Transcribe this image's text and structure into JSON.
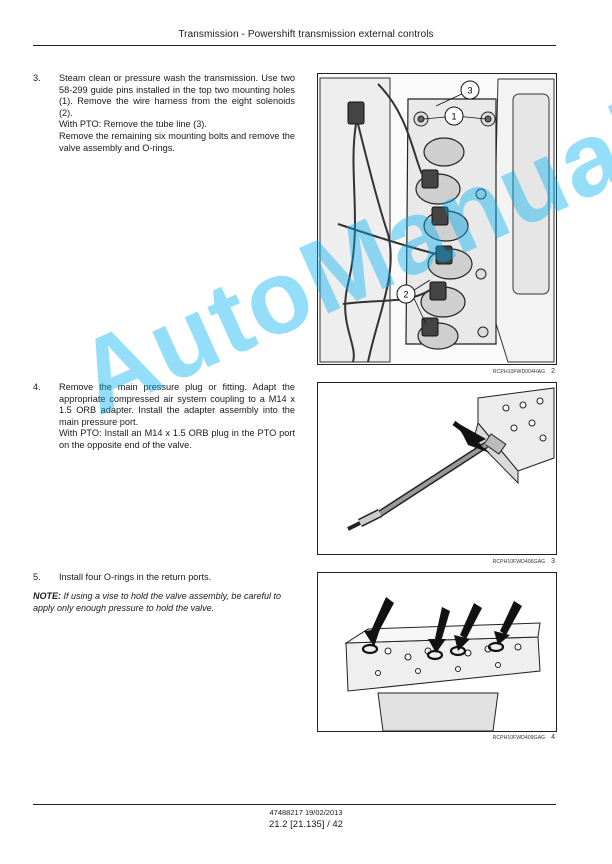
{
  "header": {
    "title": "Transmission - Powershift transmission external controls"
  },
  "steps": [
    {
      "number": "3.",
      "lines": [
        "Steam clean or pressure wash the transmission. Use two 58-299 guide pins installed in the top two mounting holes (1). Remove the wire harness from the eight solenoids (2).",
        "With PTO: Remove the tube line (3).",
        "Remove the remaining six mounting bolts and remove the valve assembly and O-rings."
      ]
    },
    {
      "number": "4.",
      "lines": [
        "Remove the main pressure plug or fitting. Adapt the appropriate compressed air system coupling to a M14 x 1.5 ORB adapter. Install the adapter assembly into the main pressure port.",
        "With PTO: Install an M14 x 1.5 ORB plug in the PTO port on the opposite end of the valve."
      ]
    },
    {
      "number": "5.",
      "lines": [
        "Install four O-rings in the return ports."
      ]
    }
  ],
  "note": {
    "label": "NOTE:",
    "text": "If using a vise to hold the valve assembly, be careful to apply only enough pressure to hold the valve."
  },
  "figures": [
    {
      "code": "RCPH10FWD004HAG",
      "number": "2",
      "callouts": [
        "3",
        "1",
        "2"
      ]
    },
    {
      "code": "RCPH10FWD406GAG",
      "number": "3"
    },
    {
      "code": "RCPH10FWD409GAG",
      "number": "4"
    }
  ],
  "watermark": "AutoManual",
  "footer": {
    "code": "47488217 19/02/2013",
    "page": "21.2 [21.135] / 42"
  }
}
